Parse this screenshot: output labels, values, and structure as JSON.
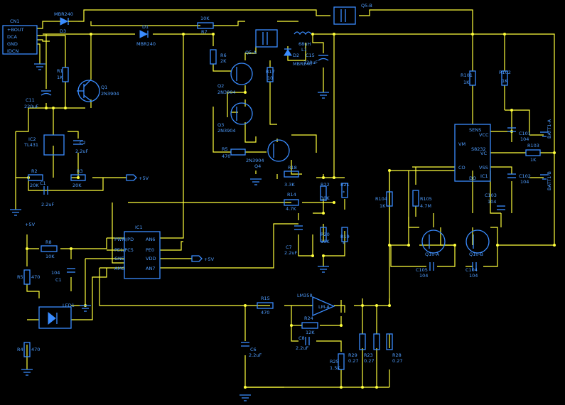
{
  "connector": {
    "ref": "CN1",
    "pins": [
      "+BOUT",
      "DCA",
      "GND",
      "IDCN"
    ]
  },
  "diodes": {
    "d_top": {
      "part": "MBR240",
      "ref": "D3"
    },
    "d1": {
      "ref": "D1",
      "part": "MBR240"
    },
    "d2": {
      "ref": "D2",
      "part": "MBR240"
    }
  },
  "resistors": {
    "r7": {
      "ref": "R7",
      "value": "10K"
    },
    "r1": {
      "ref": "R1",
      "value": "1K"
    },
    "r6": {
      "ref": "R6",
      "value": "2K"
    },
    "r17": {
      "ref": "R17",
      "value": "10"
    },
    "r5": {
      "ref": "R5",
      "value": "470"
    },
    "r18": {
      "ref": "R18",
      "value": "3.3K"
    },
    "r14": {
      "ref": "R14",
      "value": "4.7K"
    },
    "r22": {
      "ref": "R22",
      "value": "30K"
    },
    "r21": {
      "ref": "R21",
      "value": "*"
    },
    "r20": {
      "ref": "R20",
      "value": "10K"
    },
    "r19": {
      "ref": "R19",
      "value": "*"
    },
    "r2": {
      "ref": "R2",
      "value": "20K"
    },
    "r3": {
      "ref": "R3",
      "value": "20K"
    },
    "r8": {
      "ref": "R8",
      "value": "10K"
    },
    "r5b": {
      "ref": "R5",
      "value": "470"
    },
    "r4": {
      "ref": "R4",
      "value": "470"
    },
    "r15": {
      "ref": "R15",
      "value": "470"
    },
    "r24": {
      "ref": "R24",
      "value": "12K"
    },
    "r29": {
      "ref": "R29",
      "value": "0.27"
    },
    "r23": {
      "ref": "R23",
      "value": "0.27"
    },
    "r28": {
      "ref": "R28",
      "value": "0.27"
    },
    "r25": {
      "ref": "R25",
      "value": "1.5K"
    },
    "r101": {
      "ref": "R101",
      "value": "1K"
    },
    "r102": {
      "ref": "R102",
      "value": "1K"
    },
    "r103": {
      "ref": "R103",
      "value": "1K"
    },
    "r104": {
      "ref": "R104",
      "value": "1K"
    },
    "r105": {
      "ref": "R105",
      "value": "4.7M"
    }
  },
  "capacitors": {
    "c11": {
      "ref": "C11",
      "value": "220uF"
    },
    "c2": {
      "ref": "C2",
      "value": "2.2uF"
    },
    "c1": {
      "ref": "C1",
      "value": "2.2uF"
    },
    "c15": {
      "ref": "C15",
      "value": "220uF"
    },
    "c7": {
      "ref": "C7",
      "value": "2.2uF"
    },
    "c104": {
      "ref": "C1",
      "value": "104"
    },
    "c6": {
      "ref": "C6",
      "value": "2.2uF"
    },
    "c8": {
      "ref": "C8",
      "value": "2.2uF"
    },
    "c101": {
      "ref": "C101",
      "value": "104"
    },
    "c102": {
      "ref": "C102",
      "value": "104"
    },
    "c103": {
      "ref": "C103",
      "value": "104"
    },
    "c105": {
      "ref": "C105",
      "value": "104"
    },
    "c104b": {
      "ref": "C104",
      "value": "104"
    }
  },
  "transistors": {
    "q1": {
      "ref": "Q1",
      "part": "2N3904"
    },
    "q2": {
      "ref": "Q2",
      "part": "2N3904"
    },
    "q3": {
      "ref": "Q3",
      "part": "2N3904"
    },
    "q4": {
      "ref": "Q4",
      "part": "2N3904"
    },
    "q5a": {
      "ref": "Q5-A"
    },
    "q5b": {
      "ref": "Q5-B"
    },
    "q10a": {
      "ref": "Q10-A"
    },
    "q10b": {
      "ref": "Q10-B"
    }
  },
  "ics": {
    "ic2": {
      "ref": "IC2",
      "part": "TL431"
    },
    "ic1": {
      "ref": "IC1",
      "pins_left": [
        "PWM/PD",
        "PE1/PC5",
        "GND",
        "AMO"
      ],
      "pins_right": [
        "AN6",
        "PE0",
        "VDD",
        "AN7"
      ]
    },
    "ic101": {
      "ref": "IC1",
      "part": "S8232",
      "pins": [
        "SENS",
        "VM",
        "CO",
        "DO",
        "VCC",
        "VC",
        "VSS"
      ]
    },
    "opamp": {
      "ref": "LM358",
      "unit": "LM-A"
    }
  },
  "inductor": {
    "ref": "L1",
    "value": "68uH"
  },
  "led": {
    "ref": "LED1"
  },
  "batteries": {
    "a": "BATT1-A",
    "b": "BATT1-B"
  },
  "supply": {
    "v5a": "+5V",
    "v5b": "+5V",
    "v5c": "+5V"
  }
}
